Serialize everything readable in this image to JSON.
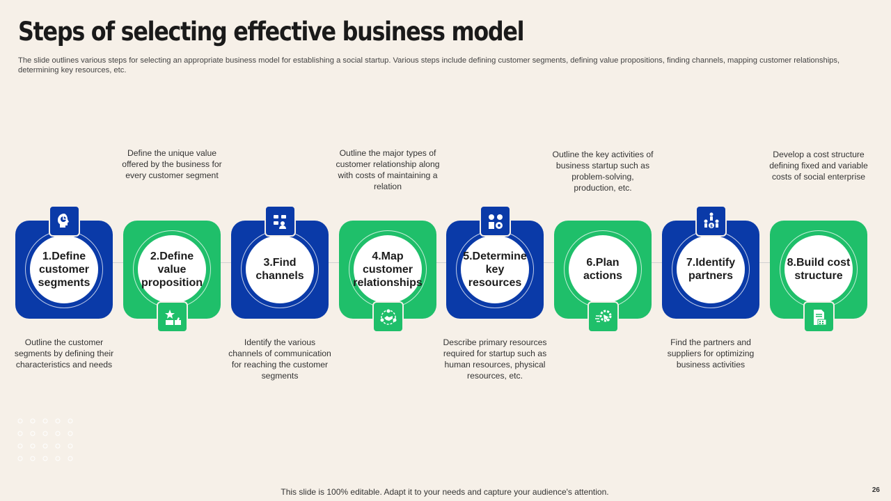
{
  "slide": {
    "title": "Steps of selecting effective business model",
    "subtitle": "The slide outlines various steps for selecting an appropriate business model for establishing a social startup. Various steps include defining customer segments, defining value propositions, finding channels, mapping customer relationships, determining key resources, etc.",
    "footer": "This slide is 100% editable. Adapt it to your needs and capture your audience's attention.",
    "page_number": "26"
  },
  "colors": {
    "blue": "#0a3aa8",
    "green": "#1fbf6a",
    "background": "#f6f0e8"
  },
  "steps": [
    {
      "label": "1.Define customer segments",
      "icon": "customer-segments-icon",
      "description": "Outline the customer segments by defining their characteristics and needs"
    },
    {
      "label": "2.Define value proposition",
      "icon": "value-proposition-icon",
      "description": "Define the unique value offered by the business for every customer segment"
    },
    {
      "label": "3.Find channels",
      "icon": "channels-icon",
      "description": "Identify the various channels of communication for reaching the customer segments"
    },
    {
      "label": "4.Map customer relationships",
      "icon": "handshake-icon",
      "description": "Outline the major types of customer relationship along with costs of maintaining a relation"
    },
    {
      "label": "5.Determine key resources",
      "icon": "resources-icon",
      "description": "Describe primary resources required for startup such as human resources, physical resources, etc."
    },
    {
      "label": "6.Plan actions",
      "icon": "action-plan-icon",
      "description": "Outline the key activities of business startup such as problem-solving, production, etc."
    },
    {
      "label": "7.Identify partners",
      "icon": "partners-icon",
      "description": "Find the partners and suppliers for optimizing business activities"
    },
    {
      "label": "8.Build cost structure",
      "icon": "cost-structure-icon",
      "description": "Develop a cost structure defining fixed and variable costs of social enterprise"
    }
  ]
}
